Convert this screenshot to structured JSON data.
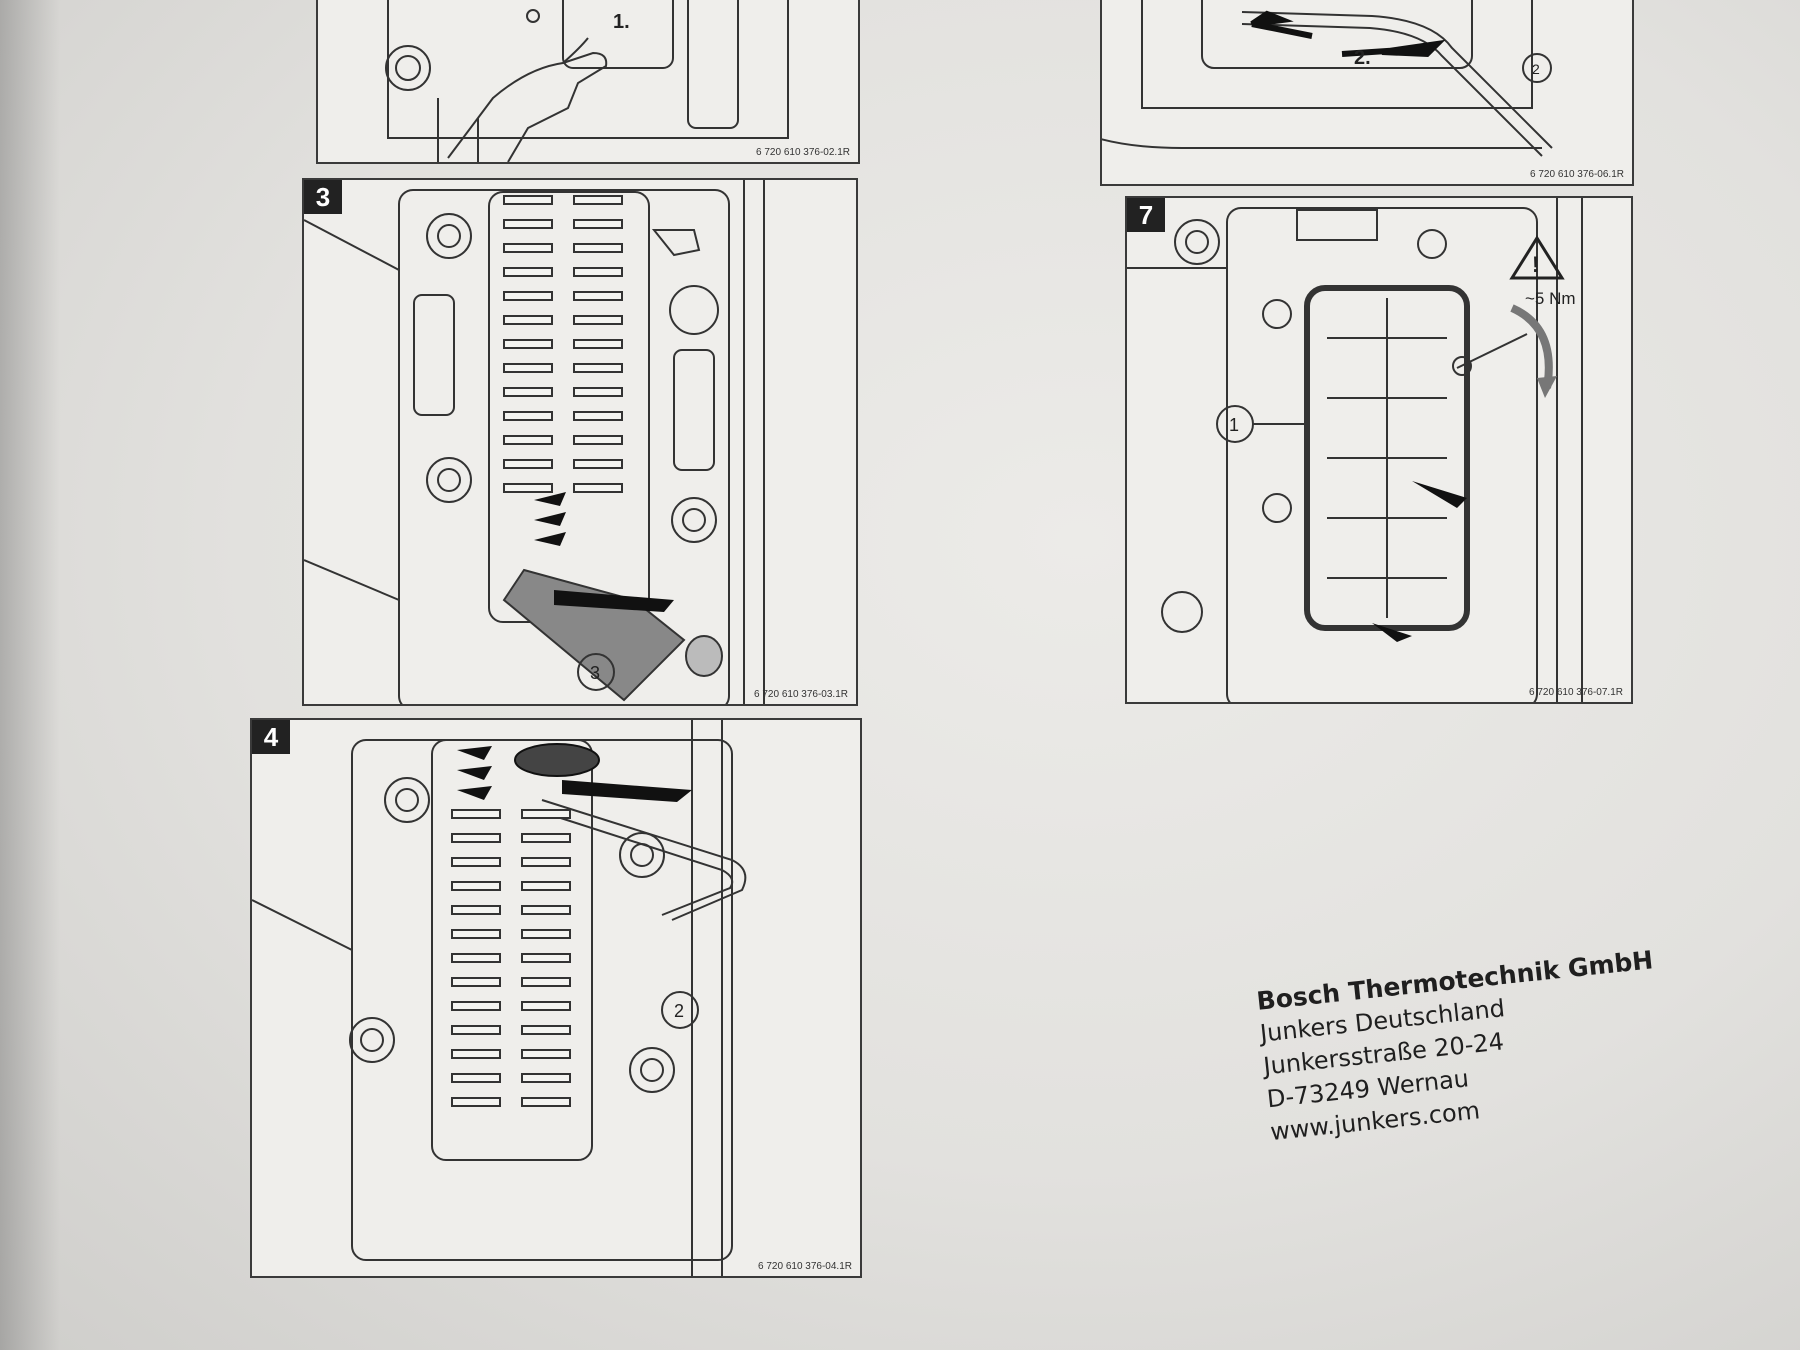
{
  "panels": {
    "top_left": {
      "code": "6 720 610 376-02.1R",
      "step_label": "1."
    },
    "top_right": {
      "code": "6 720 610 376-06.1R",
      "step_label": "2.",
      "callout": "2"
    },
    "step3": {
      "number": "3",
      "code": "6 720 610 376-03.1R",
      "callout": "3"
    },
    "step4": {
      "number": "4",
      "code": "6 720 610 376-04.1R",
      "callout": "2"
    },
    "step7": {
      "number": "7",
      "code": "6 720 610 376-07.1R",
      "callout": "1",
      "torque": "~5 Nm"
    }
  },
  "address": {
    "company": "Bosch Thermotechnik GmbH",
    "line1": "Junkers Deutschland",
    "line2": "Junkersstraße 20-24",
    "line3": "D-73249 Wernau",
    "line4": "www.junkers.com"
  }
}
